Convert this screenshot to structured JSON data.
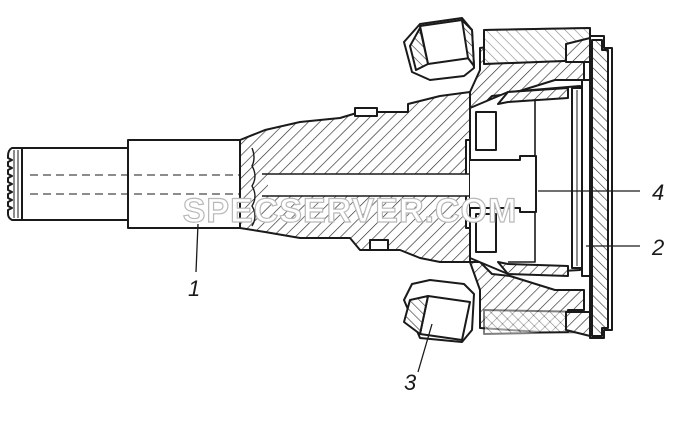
{
  "figure": {
    "callouts": [
      {
        "id": "1",
        "label": "1"
      },
      {
        "id": "2",
        "label": "2"
      },
      {
        "id": "3",
        "label": "3"
      },
      {
        "id": "4",
        "label": "4"
      }
    ]
  },
  "watermark": {
    "text": "SPECSERVER.COM"
  }
}
